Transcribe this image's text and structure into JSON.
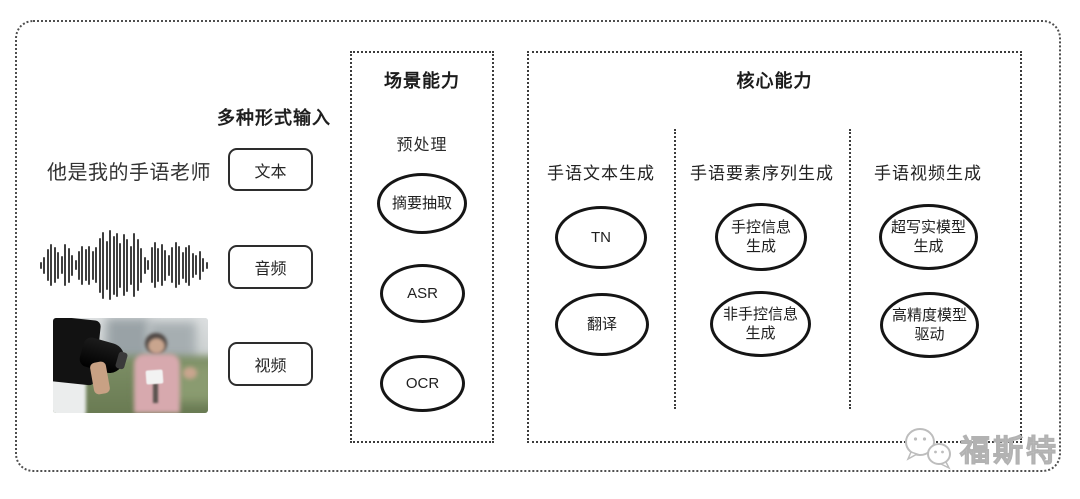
{
  "input_section": {
    "label": "多种形式输入",
    "text_sample": "他是我的手语老师",
    "buttons": {
      "text": "文本",
      "audio": "音频",
      "video": "视频"
    },
    "waveform_heights": [
      0.1,
      0.24,
      0.46,
      0.6,
      0.52,
      0.38,
      0.26,
      0.6,
      0.5,
      0.3,
      0.14,
      0.42,
      0.56,
      0.46,
      0.56,
      0.42,
      0.52,
      0.78,
      0.95,
      0.7,
      1.0,
      0.84,
      0.92,
      0.64,
      0.88,
      0.76,
      0.55,
      0.92,
      0.74,
      0.5,
      0.24,
      0.14,
      0.52,
      0.66,
      0.48,
      0.6,
      0.44,
      0.3,
      0.52,
      0.66,
      0.55,
      0.38,
      0.52,
      0.58,
      0.36,
      0.28,
      0.42,
      0.2,
      0.1
    ]
  },
  "scene_box": {
    "title": "场景能力",
    "subtitle": "预处理",
    "nodes": [
      "摘要抽取",
      "ASR",
      "OCR"
    ]
  },
  "core_box": {
    "title": "核心能力",
    "columns": [
      {
        "header": "手语文本生成",
        "nodes": [
          {
            "lines": [
              "TN"
            ]
          },
          {
            "lines": [
              "翻译"
            ]
          }
        ]
      },
      {
        "header": "手语要素序列生成",
        "nodes": [
          {
            "lines": [
              "手控信息",
              "生成"
            ]
          },
          {
            "lines": [
              "非手控信息",
              "生成"
            ]
          }
        ]
      },
      {
        "header": "手语视频生成",
        "nodes": [
          {
            "lines": [
              "超写实模型",
              "生成"
            ]
          },
          {
            "lines": [
              "高精度模型",
              "驱动"
            ]
          }
        ]
      }
    ]
  },
  "watermark": {
    "text": "福斯特"
  },
  "colors": {
    "stroke": "#151515",
    "dashed_border": "#3c3c3c",
    "watermark": "#bdbdbd"
  }
}
